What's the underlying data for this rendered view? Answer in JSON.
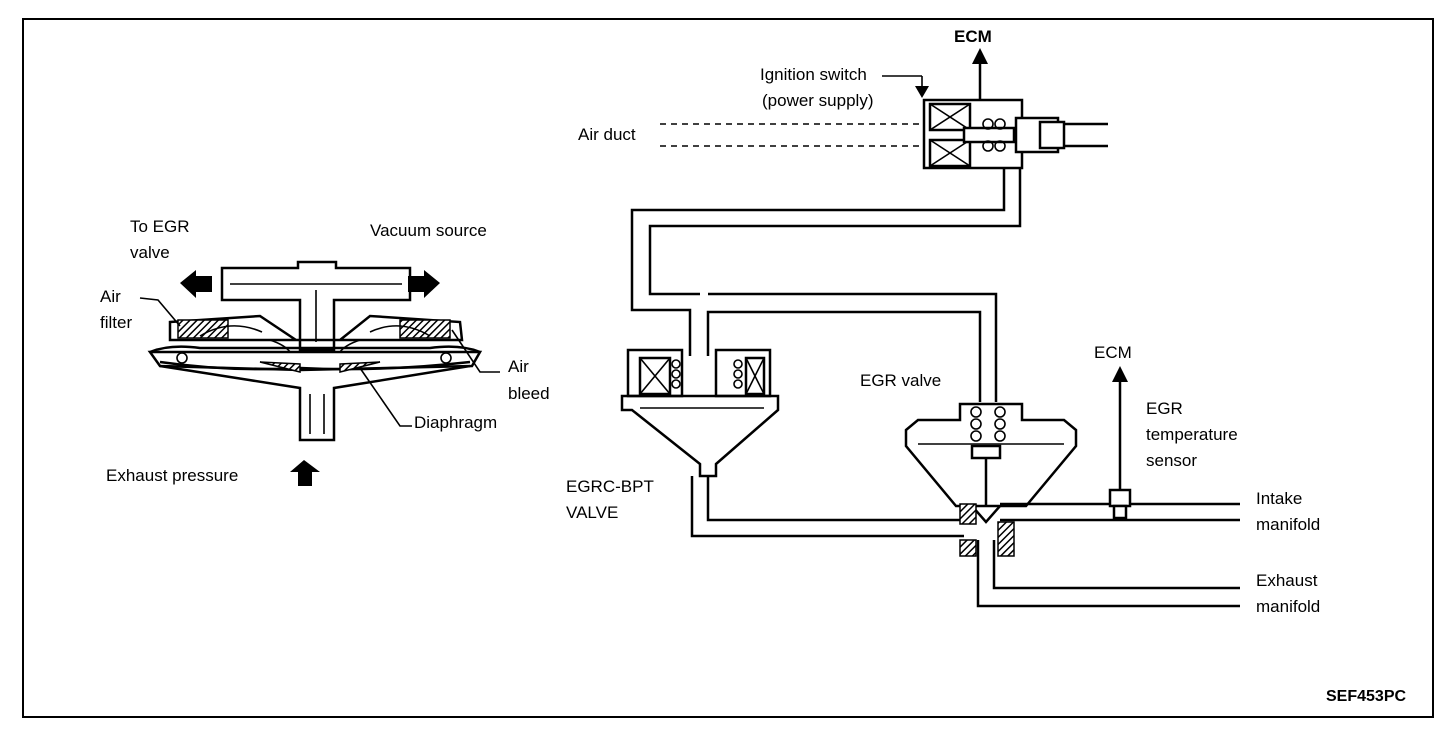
{
  "labels": {
    "ecm_top": "ECM",
    "ignition_switch": "Ignition switch",
    "power_supply": "(power supply)",
    "air_duct": "Air duct",
    "to_egr_valve_1": "To EGR",
    "to_egr_valve_2": "valve",
    "vacuum_source": "Vacuum source",
    "air_filter_1": "Air",
    "air_filter_2": "filter",
    "air_bleed_1": "Air",
    "air_bleed_2": "bleed",
    "diaphragm": "Diaphragm",
    "exhaust_pressure": "Exhaust pressure",
    "ecm_right": "ECM",
    "egr_valve": "EGR valve",
    "egr_temp_1": "EGR",
    "egr_temp_2": "temperature",
    "egr_temp_3": "sensor",
    "egrc_bpt_1": "EGRC-BPT",
    "egrc_bpt_2": "VALVE",
    "intake_1": "Intake",
    "intake_2": "manifold",
    "exhaust_1": "Exhaust",
    "exhaust_2": "manifold",
    "figure_code": "SEF453PC"
  }
}
